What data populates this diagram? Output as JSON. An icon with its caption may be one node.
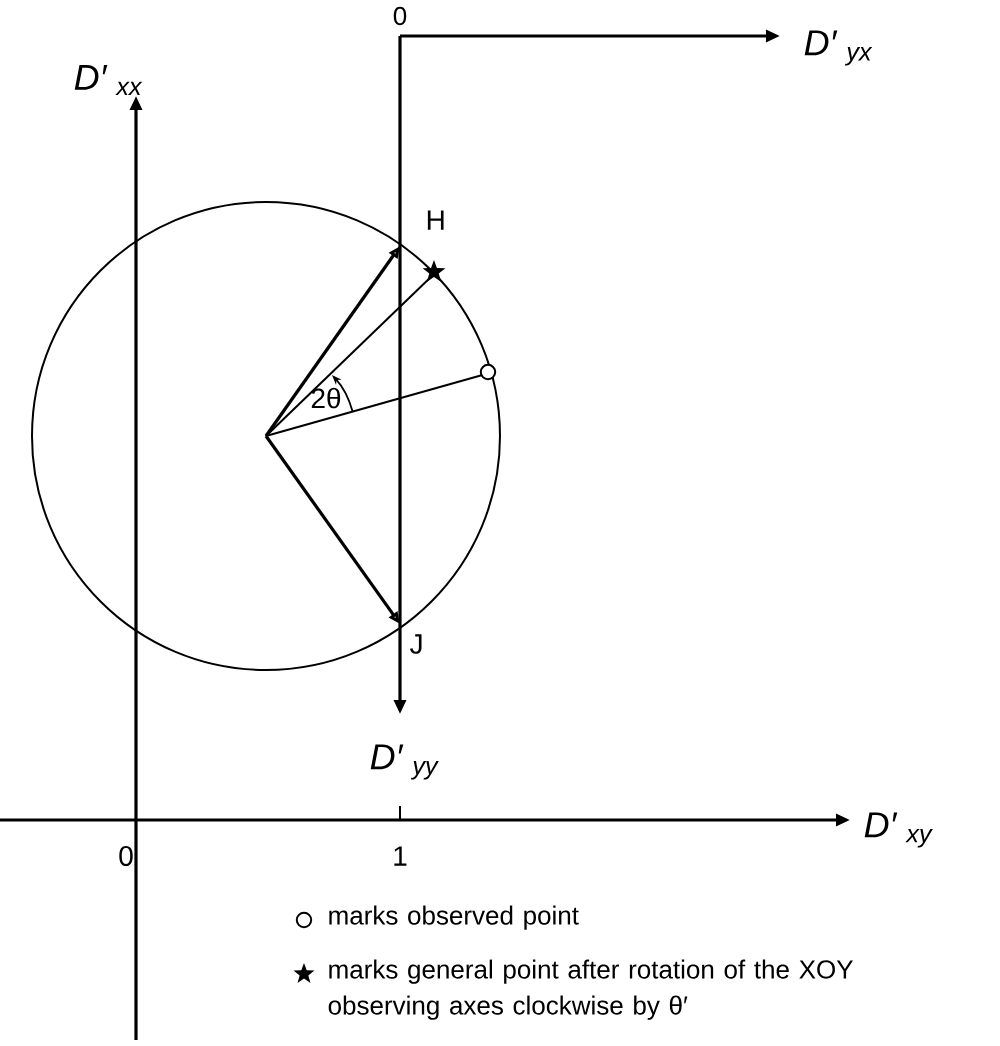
{
  "diagram": {
    "labels": [
      "0",
      "D′ $_{yx}$",
      "D′ $_{xx}$",
      "H",
      "2θ",
      "J",
      "D′ $_{yy}$",
      "D′ $_{xy}$",
      "0",
      "1"
    ],
    "legend": [
      {
        "text": "marks observed point"
      },
      {
        "text": "marks general point after rotation of the XOY observing axes clockwise by θ′"
      }
    ]
  }
}
